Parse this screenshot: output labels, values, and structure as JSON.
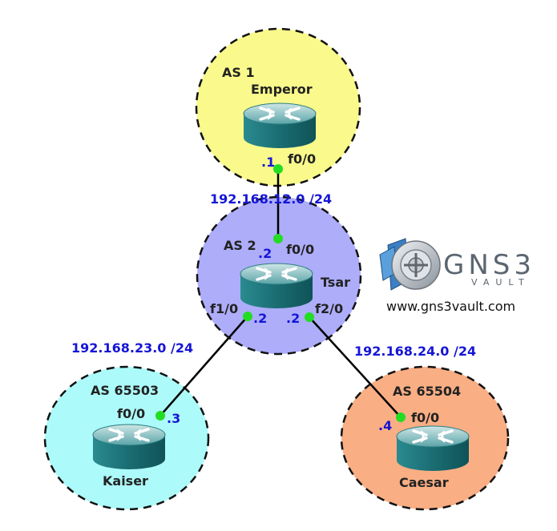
{
  "colors": {
    "as1": "#fafa8c",
    "as2": "#adadfa",
    "as65503": "#adfafa",
    "as65504": "#f9ae84",
    "port_dot": "#22dd22",
    "ip_text": "#1515d6",
    "router_body": "#1e7a80"
  },
  "areas": {
    "as1": {
      "label": "AS 1"
    },
    "as2": {
      "label": "AS 2"
    },
    "as65503": {
      "label": "AS 65503"
    },
    "as65504": {
      "label": "AS 65504"
    }
  },
  "routers": {
    "emperor": {
      "name": "Emperor",
      "icon": "router-icon"
    },
    "tsar": {
      "name": "Tsar",
      "icon": "router-icon"
    },
    "kaiser": {
      "name": "Kaiser",
      "icon": "router-icon"
    },
    "caesar": {
      "name": "Caesar",
      "icon": "router-icon"
    }
  },
  "links": {
    "emperor_tsar": {
      "subnet": "192.168.12.0 /24",
      "a_if": "f0/0",
      "a_host": ".1",
      "b_if": "f0/0",
      "b_host": ".2"
    },
    "tsar_kaiser": {
      "subnet": "192.168.23.0 /24",
      "a_if": "f1/0",
      "a_host": ".2",
      "b_if": "f0/0",
      "b_host": ".3"
    },
    "tsar_caesar": {
      "subnet": "192.168.24.0 /24",
      "a_if": "f2/0",
      "a_host": ".2",
      "b_if": "f0/0",
      "b_host": ".4"
    }
  },
  "logo": {
    "brand": "GNS3",
    "sub": "VAULT",
    "url": "www.gns3vault.com",
    "icon": "gns3-vault-logo-icon"
  }
}
